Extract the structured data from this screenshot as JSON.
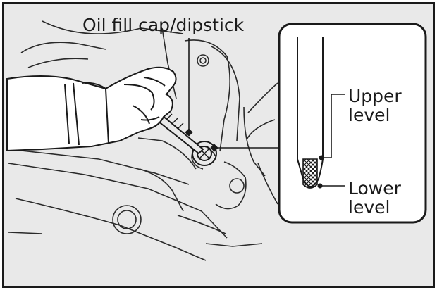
{
  "figure": {
    "callout": "Oil fill cap/dipstick",
    "upper_level_line1": "Upper",
    "upper_level_line2": "level",
    "lower_level_line1": "Lower",
    "lower_level_line2": "level"
  },
  "colors": {
    "background": "#e9e9e9",
    "line": "#1a1a1a",
    "panel": "#ffffff"
  }
}
